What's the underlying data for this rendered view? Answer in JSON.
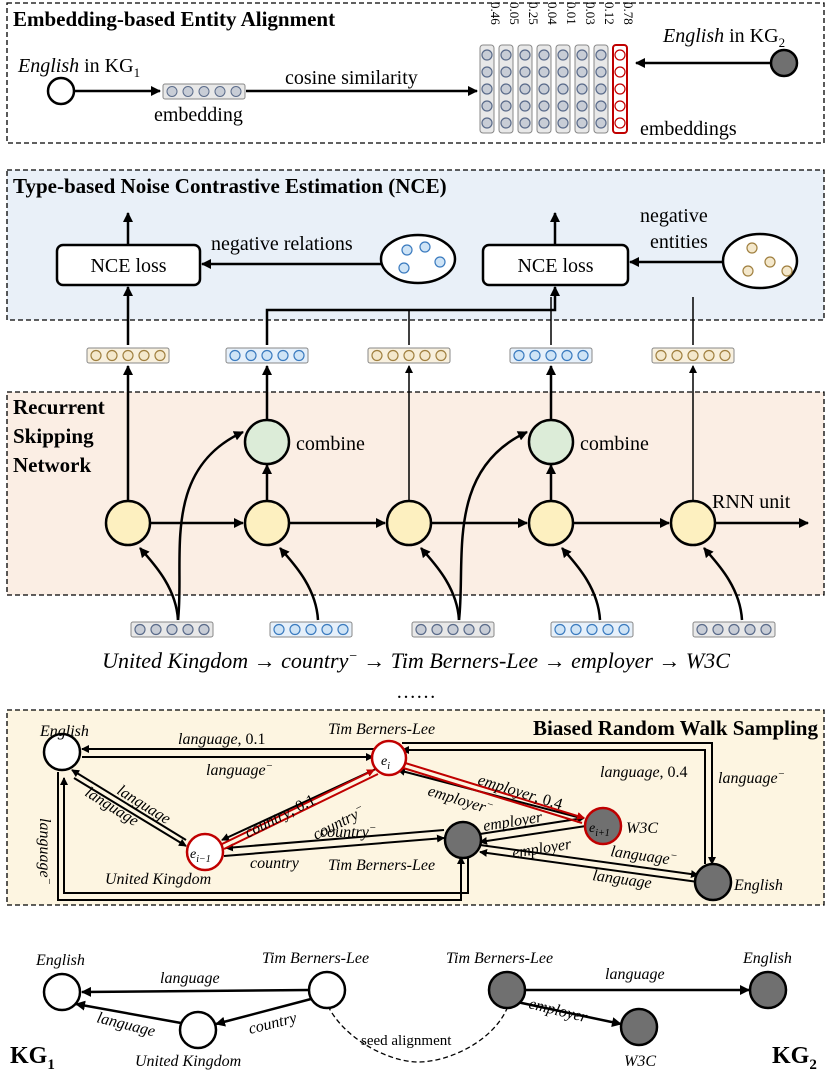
{
  "colors": {
    "nce_bg": "#e9f0f8",
    "rsn_bg": "#fbeee4",
    "brw_bg": "#fdf5e1",
    "rnn_unit": "#fdf0c0",
    "combine": "#dcecd8",
    "entity_vec": "#f4e8cc",
    "relation_vec": "#cfe4f6",
    "highlight_red": "#c00000",
    "node_dark": "#707070"
  },
  "alignment": {
    "title": "Embedding-based Entity Alignment",
    "left_label_it": "English",
    "left_label_rest": " in KG",
    "left_sub": "1",
    "right_label_it": "English",
    "right_label_rest": " in KG",
    "right_sub": "2",
    "embedding_label": "embedding",
    "cosine_label": "cosine similarity",
    "embeddings_label": "embeddings",
    "scores": [
      "0.46",
      "0.05",
      "0.25",
      "0.04",
      "0.01",
      "0.03",
      "0.12",
      "0.78"
    ]
  },
  "nce": {
    "title": "Type-based Noise Contrastive Estimation (NCE)",
    "loss_left": "NCE loss",
    "loss_right": "NCE loss",
    "neg_relations": "negative relations",
    "neg_entities_1": "negative",
    "neg_entities_2": "entities"
  },
  "rsn": {
    "title_1": "Recurrent",
    "title_2": "Skipping",
    "title_3": "Network",
    "combine_1": "combine",
    "combine_2": "combine",
    "rnn_unit": "RNN unit"
  },
  "path": {
    "e1": "United Kingdom",
    "r1": "country",
    "r1_sup": "−",
    "e2": "Tim Berners-Lee",
    "r2": "employer",
    "e3": "W3C",
    "arrow": "→",
    "ellipsis": "……"
  },
  "walk": {
    "title": "Biased Random Walk Sampling",
    "n_english_l": "English",
    "n_tbl_top": "Tim Berners-Lee",
    "n_uk": "United Kingdom",
    "n_tbl_dark": "Tim Berners-Lee",
    "n_w3c": "W3C",
    "n_english_r": "English",
    "ei": "e",
    "ei_sub": "i",
    "eim1_sub": "i−1",
    "eip1_sub": "i+1",
    "l_lang01": "language",
    "l_lang01_w": ", 0.1",
    "l_langinv": "language",
    "l_langinv_sup": "−",
    "l_lang04": "language",
    "l_lang04_w": ", 0.4",
    "l_langinv_r": "language",
    "l_langinv_r_sup": "−",
    "l_country01": "country",
    "l_country01_w": ", 0.1",
    "l_countryinv": "country",
    "l_countryinv_sup": "−",
    "l_employer04": "employer",
    "l_employer04_w": ", 0.4",
    "l_employerinv": "employer",
    "l_employerinv_sup": "−",
    "l_language_a": "language",
    "l_language_b": "language",
    "l_language_b_sup": "−",
    "l_country_inv2": "country",
    "l_country_inv2_sup": "−",
    "l_country": "country",
    "l_employer_a": "employer",
    "l_employer_b": "employer",
    "l_language_c": "language",
    "l_language_c_sup": "−",
    "l_language_d": "language",
    "l_language_left": "language",
    "l_language_left_sup": "−"
  },
  "kg": {
    "kg1": "KG",
    "kg1_sub": "1",
    "kg2": "KG",
    "kg2_sub": "2",
    "english_1": "English",
    "tbl_1": "Tim Berners-Lee",
    "uk_1": "United Kingdom",
    "lang_1": "language",
    "lang_2": "language",
    "country_1": "country",
    "seed": "seed alignment",
    "tbl_2": "Tim Berners-Lee",
    "english_2": "English",
    "w3c_2": "W3C",
    "lang_3": "language",
    "employer_1": "employer"
  }
}
